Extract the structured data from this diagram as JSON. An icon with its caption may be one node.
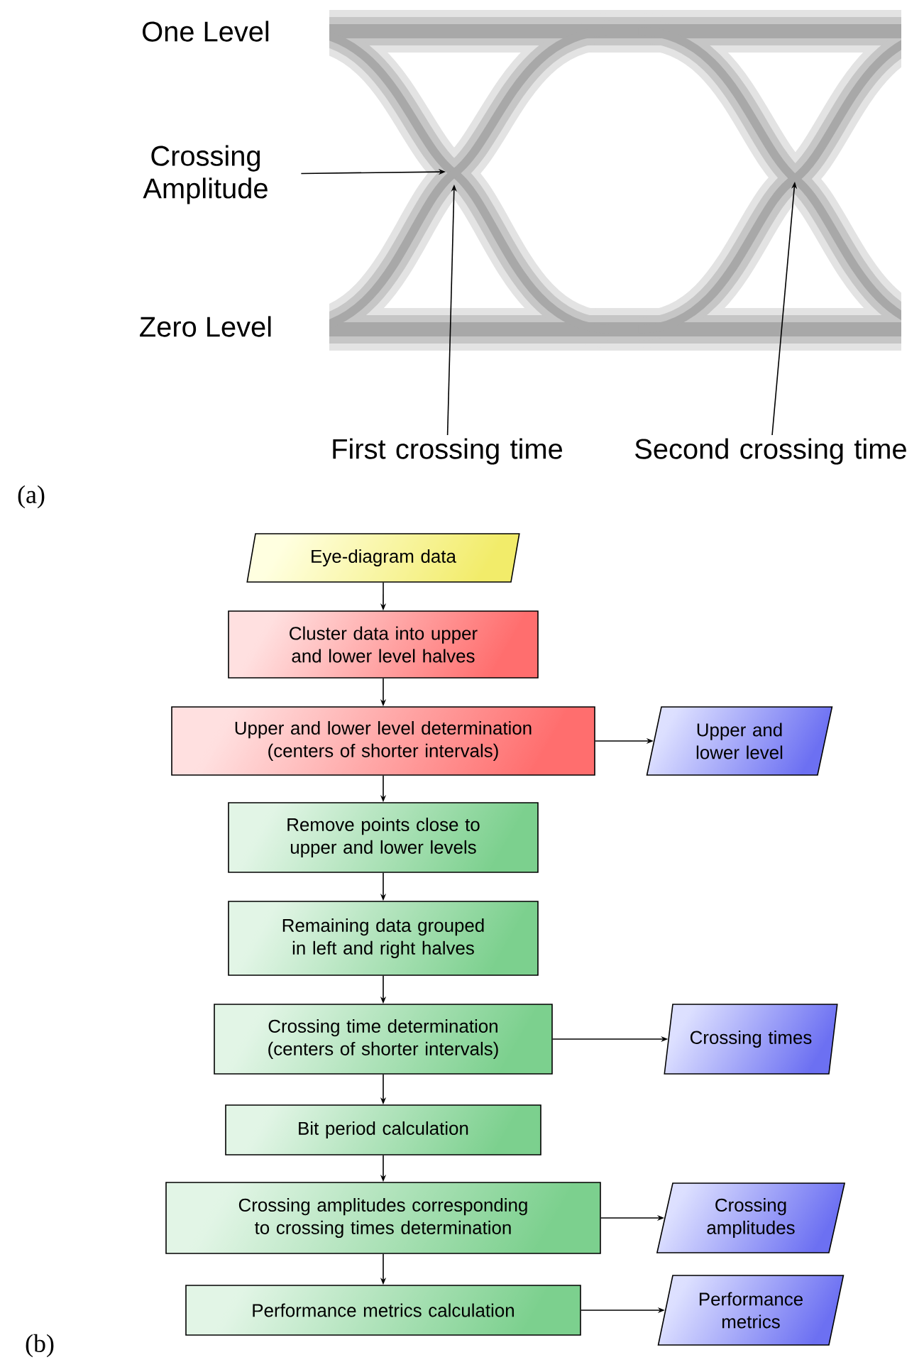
{
  "diagram": {
    "nodes": [
      {
        "text": [
          "Crossing Amplitude"
        ]
      },
      {
        "text": [
          "First crossing time"
        ]
      },
      {
        "text": [
          "Second crossing time"
        ]
      },
      {
        "text": [
          "Eye-diagram data"
        ]
      },
      {
        "text": [
          "Cluster data into upper and lower level halves"
        ]
      },
      {
        "text": [
          "Upper and lower level determination (centers of shorter intervals)"
        ]
      },
      {
        "text": [
          "Upper and lower level"
        ]
      },
      {
        "text": [
          "Remove points close to upper and lower levels"
        ]
      },
      {
        "text": [
          "Remaining data grouped in left and right halves"
        ]
      },
      {
        "text": [
          "Crossing time determination (centers of shorter intervals)"
        ]
      },
      {
        "text": [
          "Crossing times"
        ]
      },
      {
        "text": [
          "Bit period calculation"
        ]
      },
      {
        "text": [
          "Crossing amplitudes corresponding to crossing times determination"
        ]
      },
      {
        "text": [
          "Crossing amplitudes"
        ]
      },
      {
        "text": [
          "Performance metrics calculation"
        ]
      },
      {
        "text": [
          "Performance metrics"
        ]
      }
    ],
    "edges": [
      {
        "from": 0,
        "to": null,
        "arrow": "to"
      },
      {
        "from": 1,
        "to": null,
        "arrow": "to"
      },
      {
        "from": 2,
        "to": null,
        "arrow": "to"
      },
      {
        "from": 3,
        "to": 4,
        "arrow": "to"
      },
      {
        "from": 4,
        "to": 5,
        "arrow": "to"
      },
      {
        "from": 5,
        "to": 6,
        "arrow": "to"
      },
      {
        "from": 5,
        "to": 7,
        "arrow": "to"
      },
      {
        "from": 7,
        "to": 8,
        "arrow": "to"
      },
      {
        "from": 8,
        "to": 9,
        "arrow": "to"
      },
      {
        "from": 9,
        "to": 10,
        "arrow": "to"
      },
      {
        "from": 9,
        "to": 11,
        "arrow": "to"
      },
      {
        "from": 11,
        "to": 12,
        "arrow": "to"
      },
      {
        "from": 12,
        "to": 13,
        "arrow": "to"
      },
      {
        "from": 12,
        "to": 14,
        "arrow": "to"
      },
      {
        "from": 14,
        "to": 15,
        "arrow": "to"
      }
    ],
    "labels": [
      "One Level",
      "Zero Level",
      "(a)",
      "(b)"
    ]
  }
}
